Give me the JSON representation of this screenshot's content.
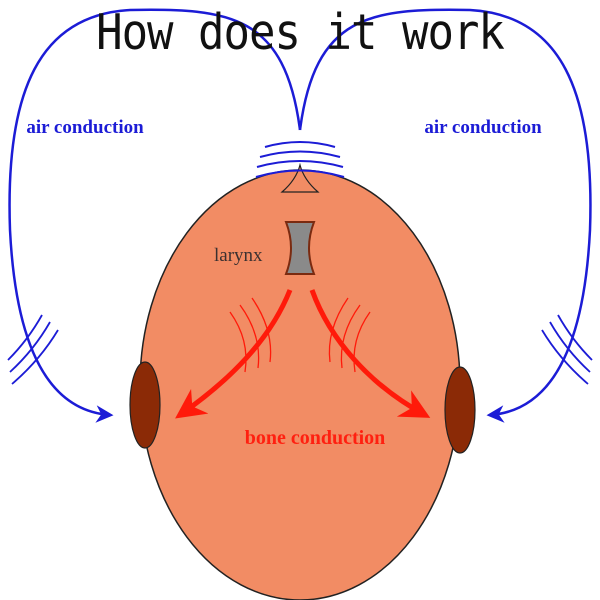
{
  "title": "How does it work",
  "labels": {
    "air_left": "air conduction",
    "air_right": "air conduction",
    "larynx": "larynx",
    "bone": "bone conduction"
  },
  "colors": {
    "background": "#ffffff",
    "head": "#f28c64",
    "ear": "#8b2a06",
    "air_arrow": "#1c1cd6",
    "bone_arrow": "#ff1a0a",
    "larynx": "#8a8a8a"
  },
  "icons": [
    "sound-wave-icon",
    "arrow-icon"
  ]
}
